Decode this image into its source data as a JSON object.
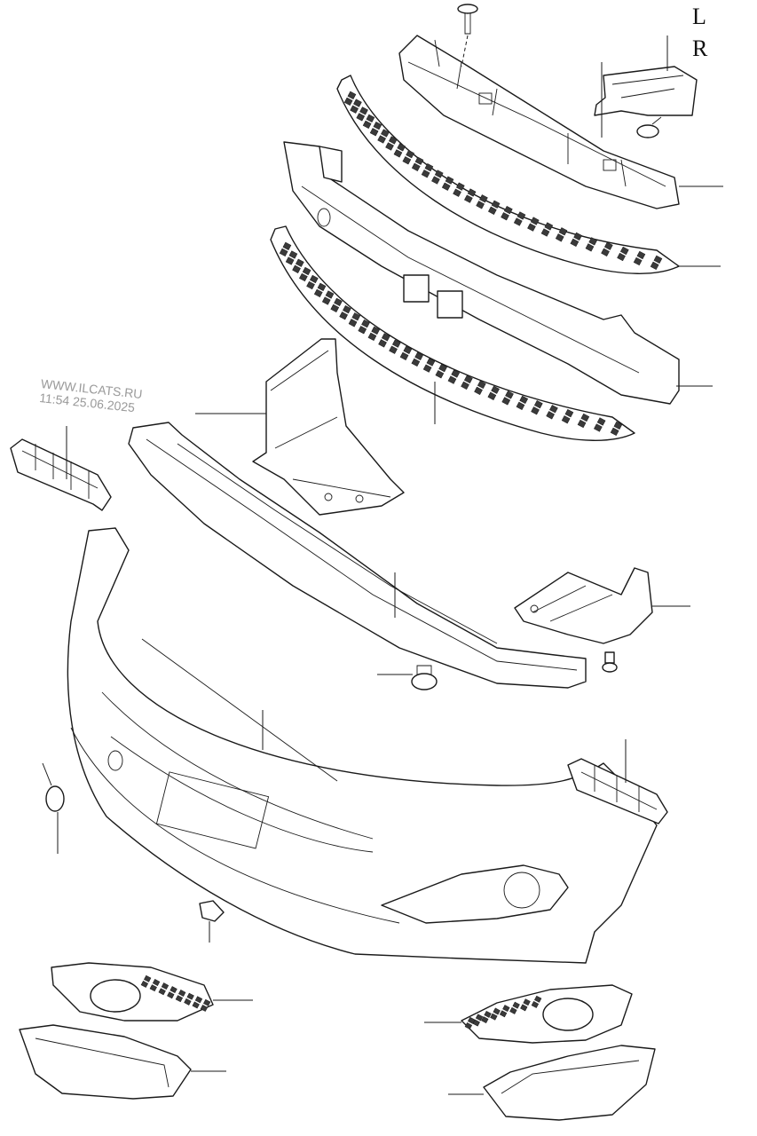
{
  "labels": {
    "left": "L",
    "right": "R"
  },
  "watermark": {
    "line1": "WWW.ILCATS.RU",
    "line2": "11:54 25.06.2025"
  },
  "colors": {
    "ink": "#1a1a1a",
    "watermark": "#9a9a9a",
    "background": "#ffffff"
  }
}
